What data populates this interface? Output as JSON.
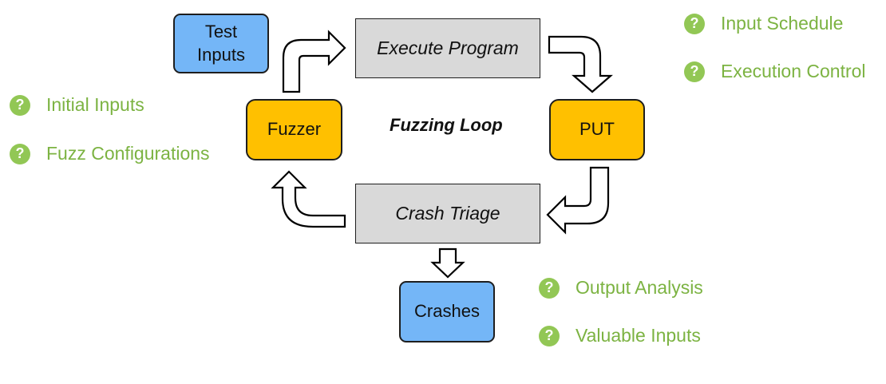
{
  "colors": {
    "blue": "#74b6f7",
    "orange": "#ffc000",
    "grey": "#d9d9d9",
    "green_bg": "#92c755",
    "green_text": "#7cb342"
  },
  "nodes": {
    "test_inputs": {
      "line1": "Test",
      "line2": "Inputs"
    },
    "execute_program": "Execute Program",
    "fuzzer": "Fuzzer",
    "put": "PUT",
    "crash_triage": "Crash Triage",
    "crashes": "Crashes"
  },
  "loop_label": "Fuzzing Loop",
  "question_icon": "?",
  "questions": {
    "input_schedule": "Input Schedule",
    "execution_control": "Execution Control",
    "initial_inputs": "Initial Inputs",
    "fuzz_configurations": "Fuzz Configurations",
    "output_analysis": "Output Analysis",
    "valuable_inputs": "Valuable Inputs"
  }
}
